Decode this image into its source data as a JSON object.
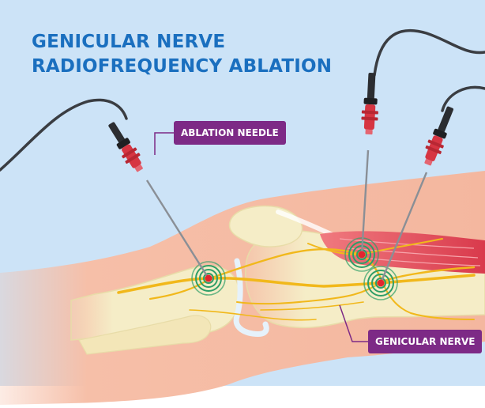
{
  "title": {
    "line1": "GENICULAR NERVE",
    "line2": "RADIOFREQUENCY ABLATION"
  },
  "labels": {
    "needle": "ABLATION NEEDLE",
    "nerve": "GENICULAR NERVE"
  },
  "colors": {
    "sky": "#cce3f7",
    "skin": "#f6bfa8",
    "bone": "#f5edc7",
    "nerve": "#f1b81b",
    "muscle": "#e34b5c",
    "callout": "#7d2a86",
    "title": "#1a6fbf",
    "needle_hub": "#d63542",
    "target_rings": "#2e9e68"
  }
}
